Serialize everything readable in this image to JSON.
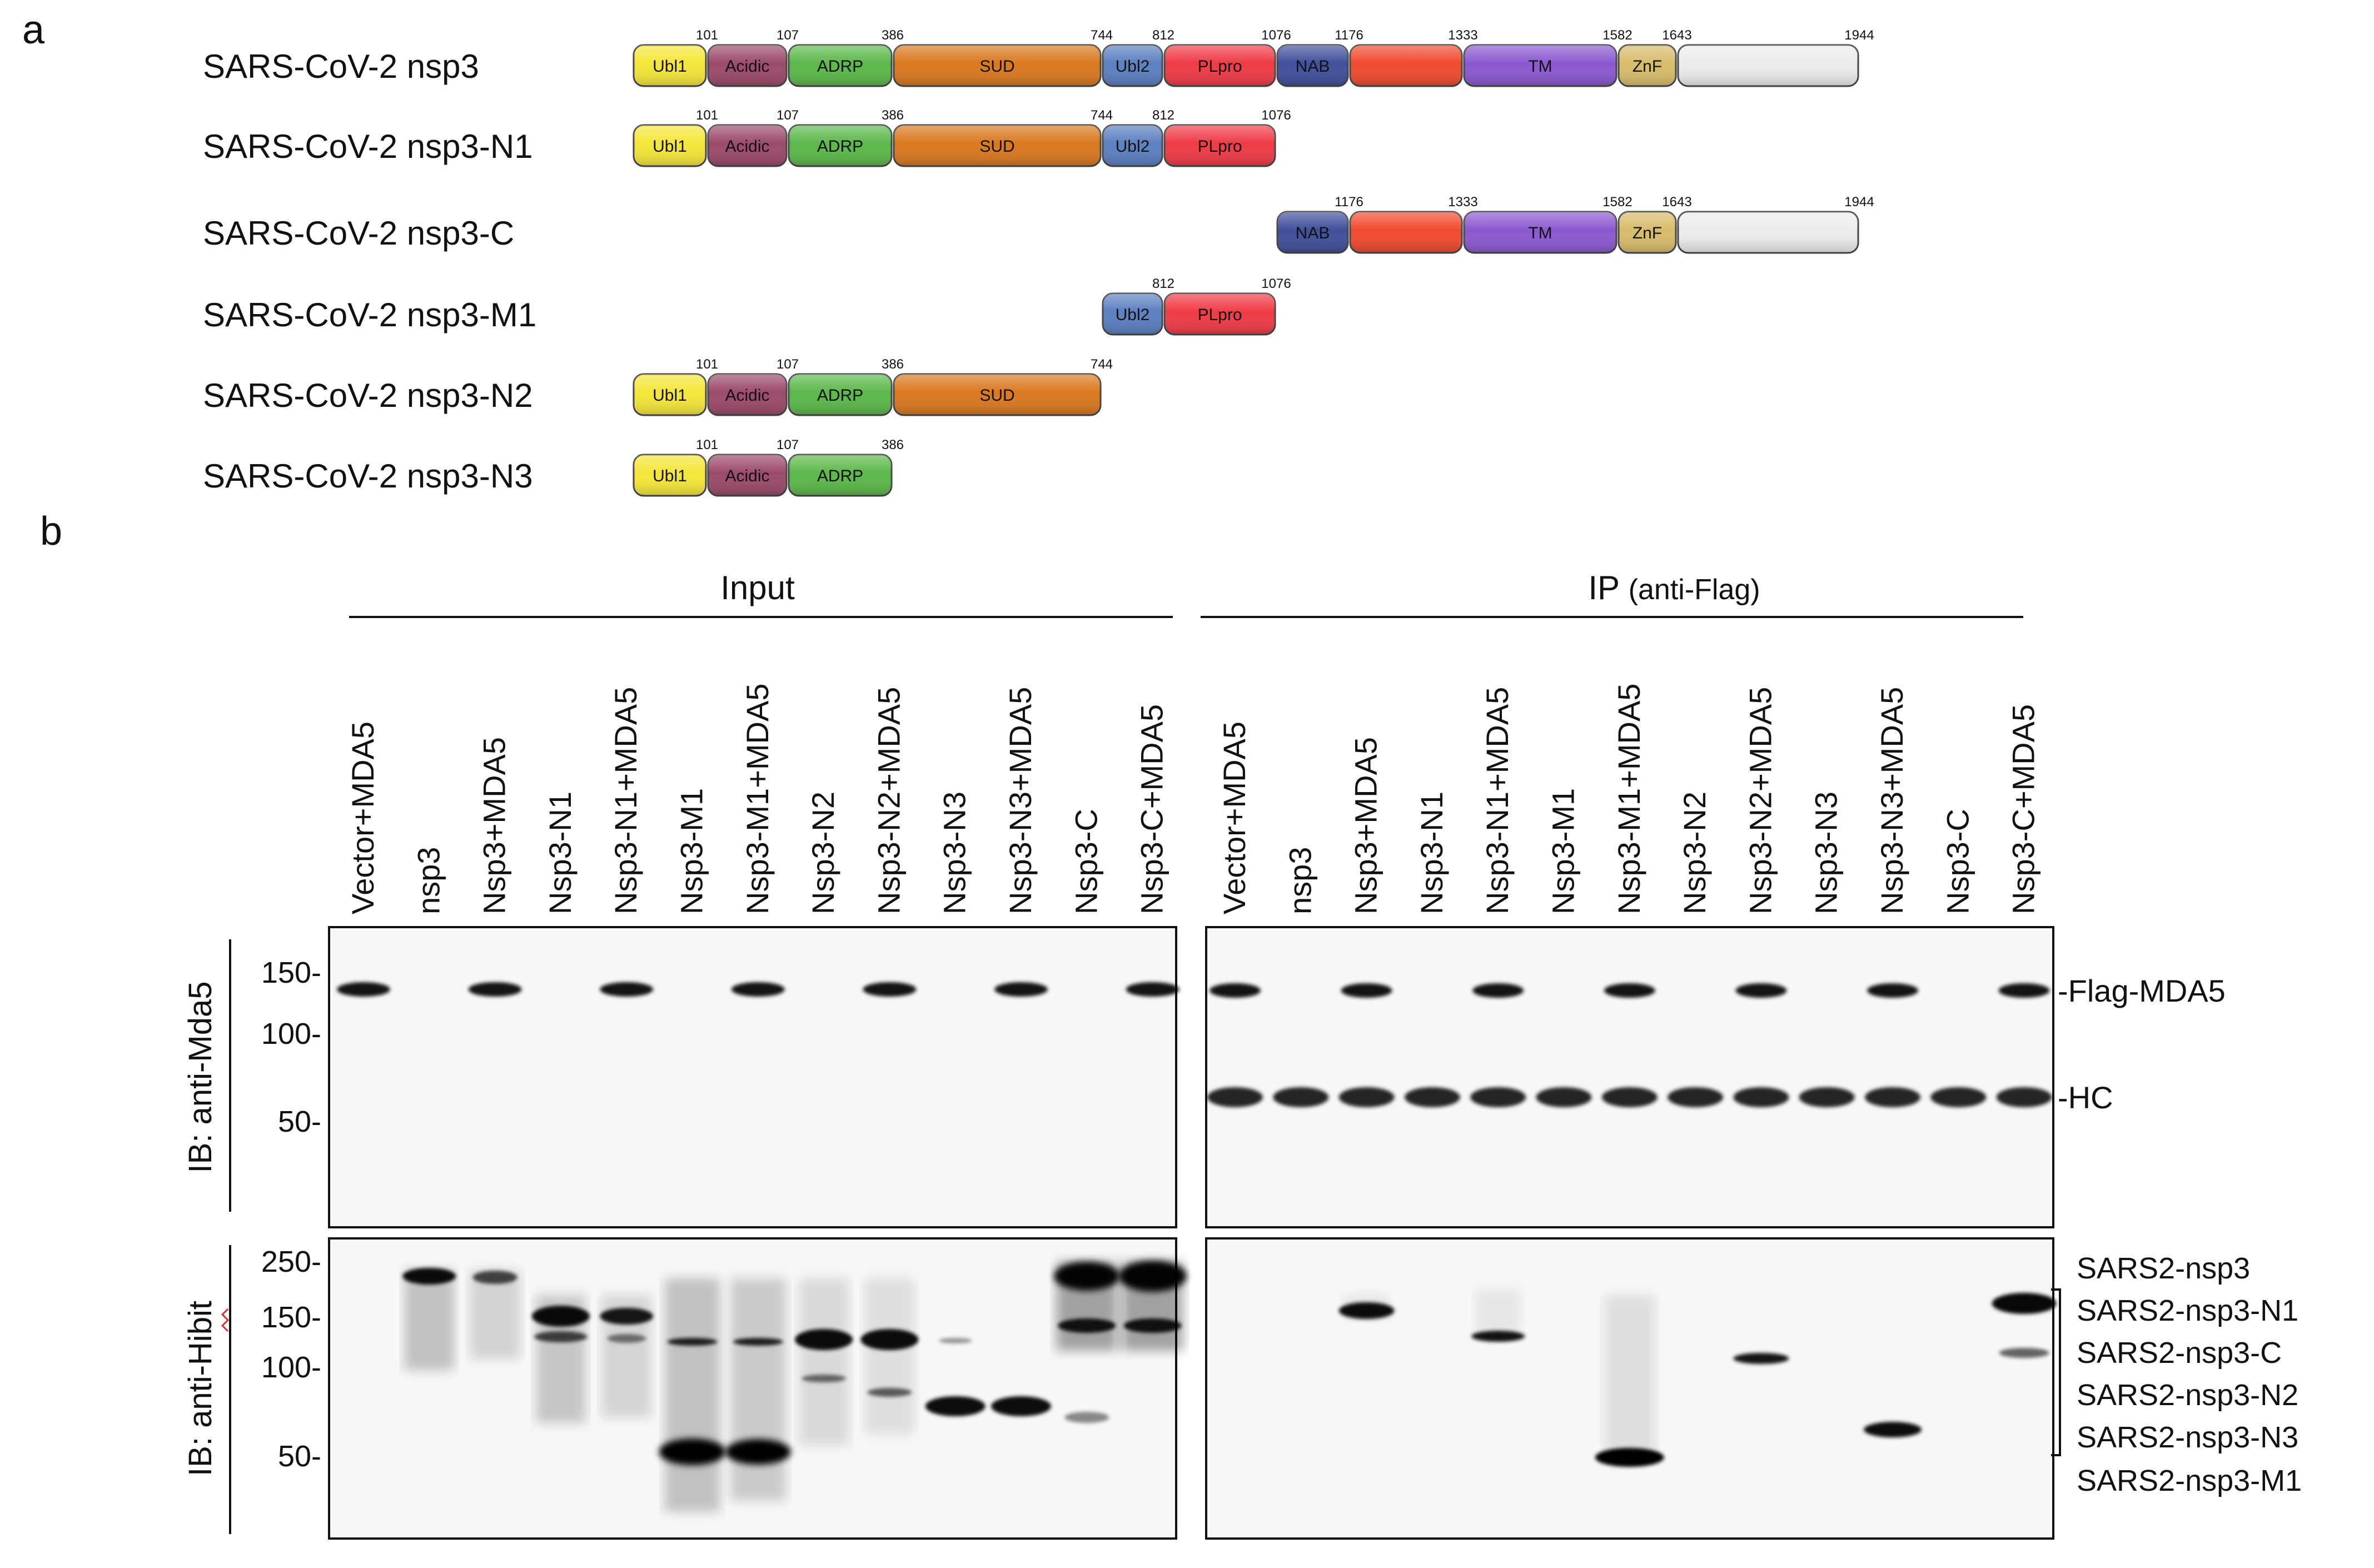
{
  "panel_a": {
    "letter": "a",
    "constructs": [
      {
        "label": "SARS-CoV-2 nsp3",
        "domains": [
          {
            "name": "Ubl1",
            "start": 1,
            "end": 101
          },
          {
            "name": "Acidic",
            "start": 101,
            "end": 107
          },
          {
            "name": "ADRP",
            "start": 107,
            "end": 386
          },
          {
            "name": "SUD",
            "start": 386,
            "end": 744
          },
          {
            "name": "Ubl2",
            "start": 744,
            "end": 812
          },
          {
            "name": "PLpro",
            "start": 812,
            "end": 1076
          },
          {
            "name": "NAB",
            "start": 1076,
            "end": 1176
          },
          {
            "name": "",
            "start": 1176,
            "end": 1333
          },
          {
            "name": "TM",
            "start": 1333,
            "end": 1582
          },
          {
            "name": "ZnF",
            "start": 1582,
            "end": 1643
          },
          {
            "name": "",
            "start": 1643,
            "end": 1944
          }
        ],
        "ticks": [
          "101",
          "107",
          "386",
          "744",
          "812",
          "1076",
          "1176",
          "1333",
          "1582",
          "1643",
          "1944"
        ]
      },
      {
        "label": "SARS-CoV-2 nsp3-N1",
        "domains": [
          {
            "name": "Ubl1",
            "start": 1,
            "end": 101
          },
          {
            "name": "Acidic",
            "start": 101,
            "end": 107
          },
          {
            "name": "ADRP",
            "start": 107,
            "end": 386
          },
          {
            "name": "SUD",
            "start": 386,
            "end": 744
          },
          {
            "name": "Ubl2",
            "start": 744,
            "end": 812
          },
          {
            "name": "PLpro",
            "start": 812,
            "end": 1076
          }
        ],
        "ticks": [
          "101",
          "107",
          "386",
          "744",
          "812",
          "1076"
        ]
      },
      {
        "label": "SARS-CoV-2 nsp3-C",
        "domains": [
          {
            "name": "NAB",
            "start": 1076,
            "end": 1176
          },
          {
            "name": "",
            "start": 1176,
            "end": 1333
          },
          {
            "name": "TM",
            "start": 1333,
            "end": 1582
          },
          {
            "name": "ZnF",
            "start": 1582,
            "end": 1643
          },
          {
            "name": "",
            "start": 1643,
            "end": 1944
          }
        ],
        "ticks": [
          "1176",
          "1333",
          "1582",
          "1643",
          "1944"
        ]
      },
      {
        "label": "SARS-CoV-2 nsp3-M1",
        "domains": [
          {
            "name": "Ubl2",
            "start": 744,
            "end": 812
          },
          {
            "name": "PLpro",
            "start": 812,
            "end": 1076
          }
        ],
        "ticks": [
          "812",
          "1076"
        ]
      },
      {
        "label": "SARS-CoV-2 nsp3-N2",
        "domains": [
          {
            "name": "Ubl1",
            "start": 1,
            "end": 101
          },
          {
            "name": "Acidic",
            "start": 101,
            "end": 107
          },
          {
            "name": "ADRP",
            "start": 107,
            "end": 386
          },
          {
            "name": "SUD",
            "start": 386,
            "end": 744
          }
        ],
        "ticks": [
          "101",
          "107",
          "386",
          "744"
        ]
      },
      {
        "label": "SARS-CoV-2 nsp3-N3",
        "domains": [
          {
            "name": "Ubl1",
            "start": 1,
            "end": 101
          },
          {
            "name": "Acidic",
            "start": 101,
            "end": 107
          },
          {
            "name": "ADRP",
            "start": 107,
            "end": 386
          }
        ],
        "ticks": [
          "101",
          "107",
          "386"
        ]
      }
    ],
    "domain_colors": {
      "Ubl1": "#f5e63a",
      "Acidic": "#9b4a6a",
      "ADRP": "#5cb84a",
      "SUD": "#d9781e",
      "Ubl2": "#5b7fc0",
      "PLpro": "#ef3a45",
      "NAB": "#3f4f9a",
      "Y1": "#f04a2e",
      "TM": "#8b58d0",
      "ZnF": "#d8bc6a",
      "Y3": "#ececec"
    }
  },
  "panel_b": {
    "letter": "b",
    "input_title": "Input",
    "ip_title": "IP",
    "ip_subtitle": "(anti-Flag)",
    "lanes": [
      "Vector+MDA5",
      "nsp3",
      "Nsp3+MDA5",
      "Nsp3-N1",
      "Nsp3-N1+MDA5",
      "Nsp3-M1",
      "Nsp3-M1+MDA5",
      "Nsp3-N2",
      "Nsp3-N2+MDA5",
      "Nsp3-N3",
      "Nsp3-N3+MDA5",
      "Nsp3-C",
      "Nsp3-C+MDA5"
    ],
    "ib_top": "IB: anti-Mda5",
    "ib_bottom": "IB: anti-Hibit",
    "markers_top": [
      "150-",
      "100-",
      "50-"
    ],
    "markers_bottom": [
      "250-",
      "150-",
      "100-",
      "50-"
    ],
    "right_labels_top": [
      "-Flag-MDA5",
      "-HC"
    ],
    "right_labels_bottom": [
      "SARS2-nsp3",
      "SARS2-nsp3-N1",
      "SARS2-nsp3-C",
      "SARS2-nsp3-N2",
      "SARS2-nsp3-N3",
      "SARS2-nsp3-M1"
    ]
  }
}
